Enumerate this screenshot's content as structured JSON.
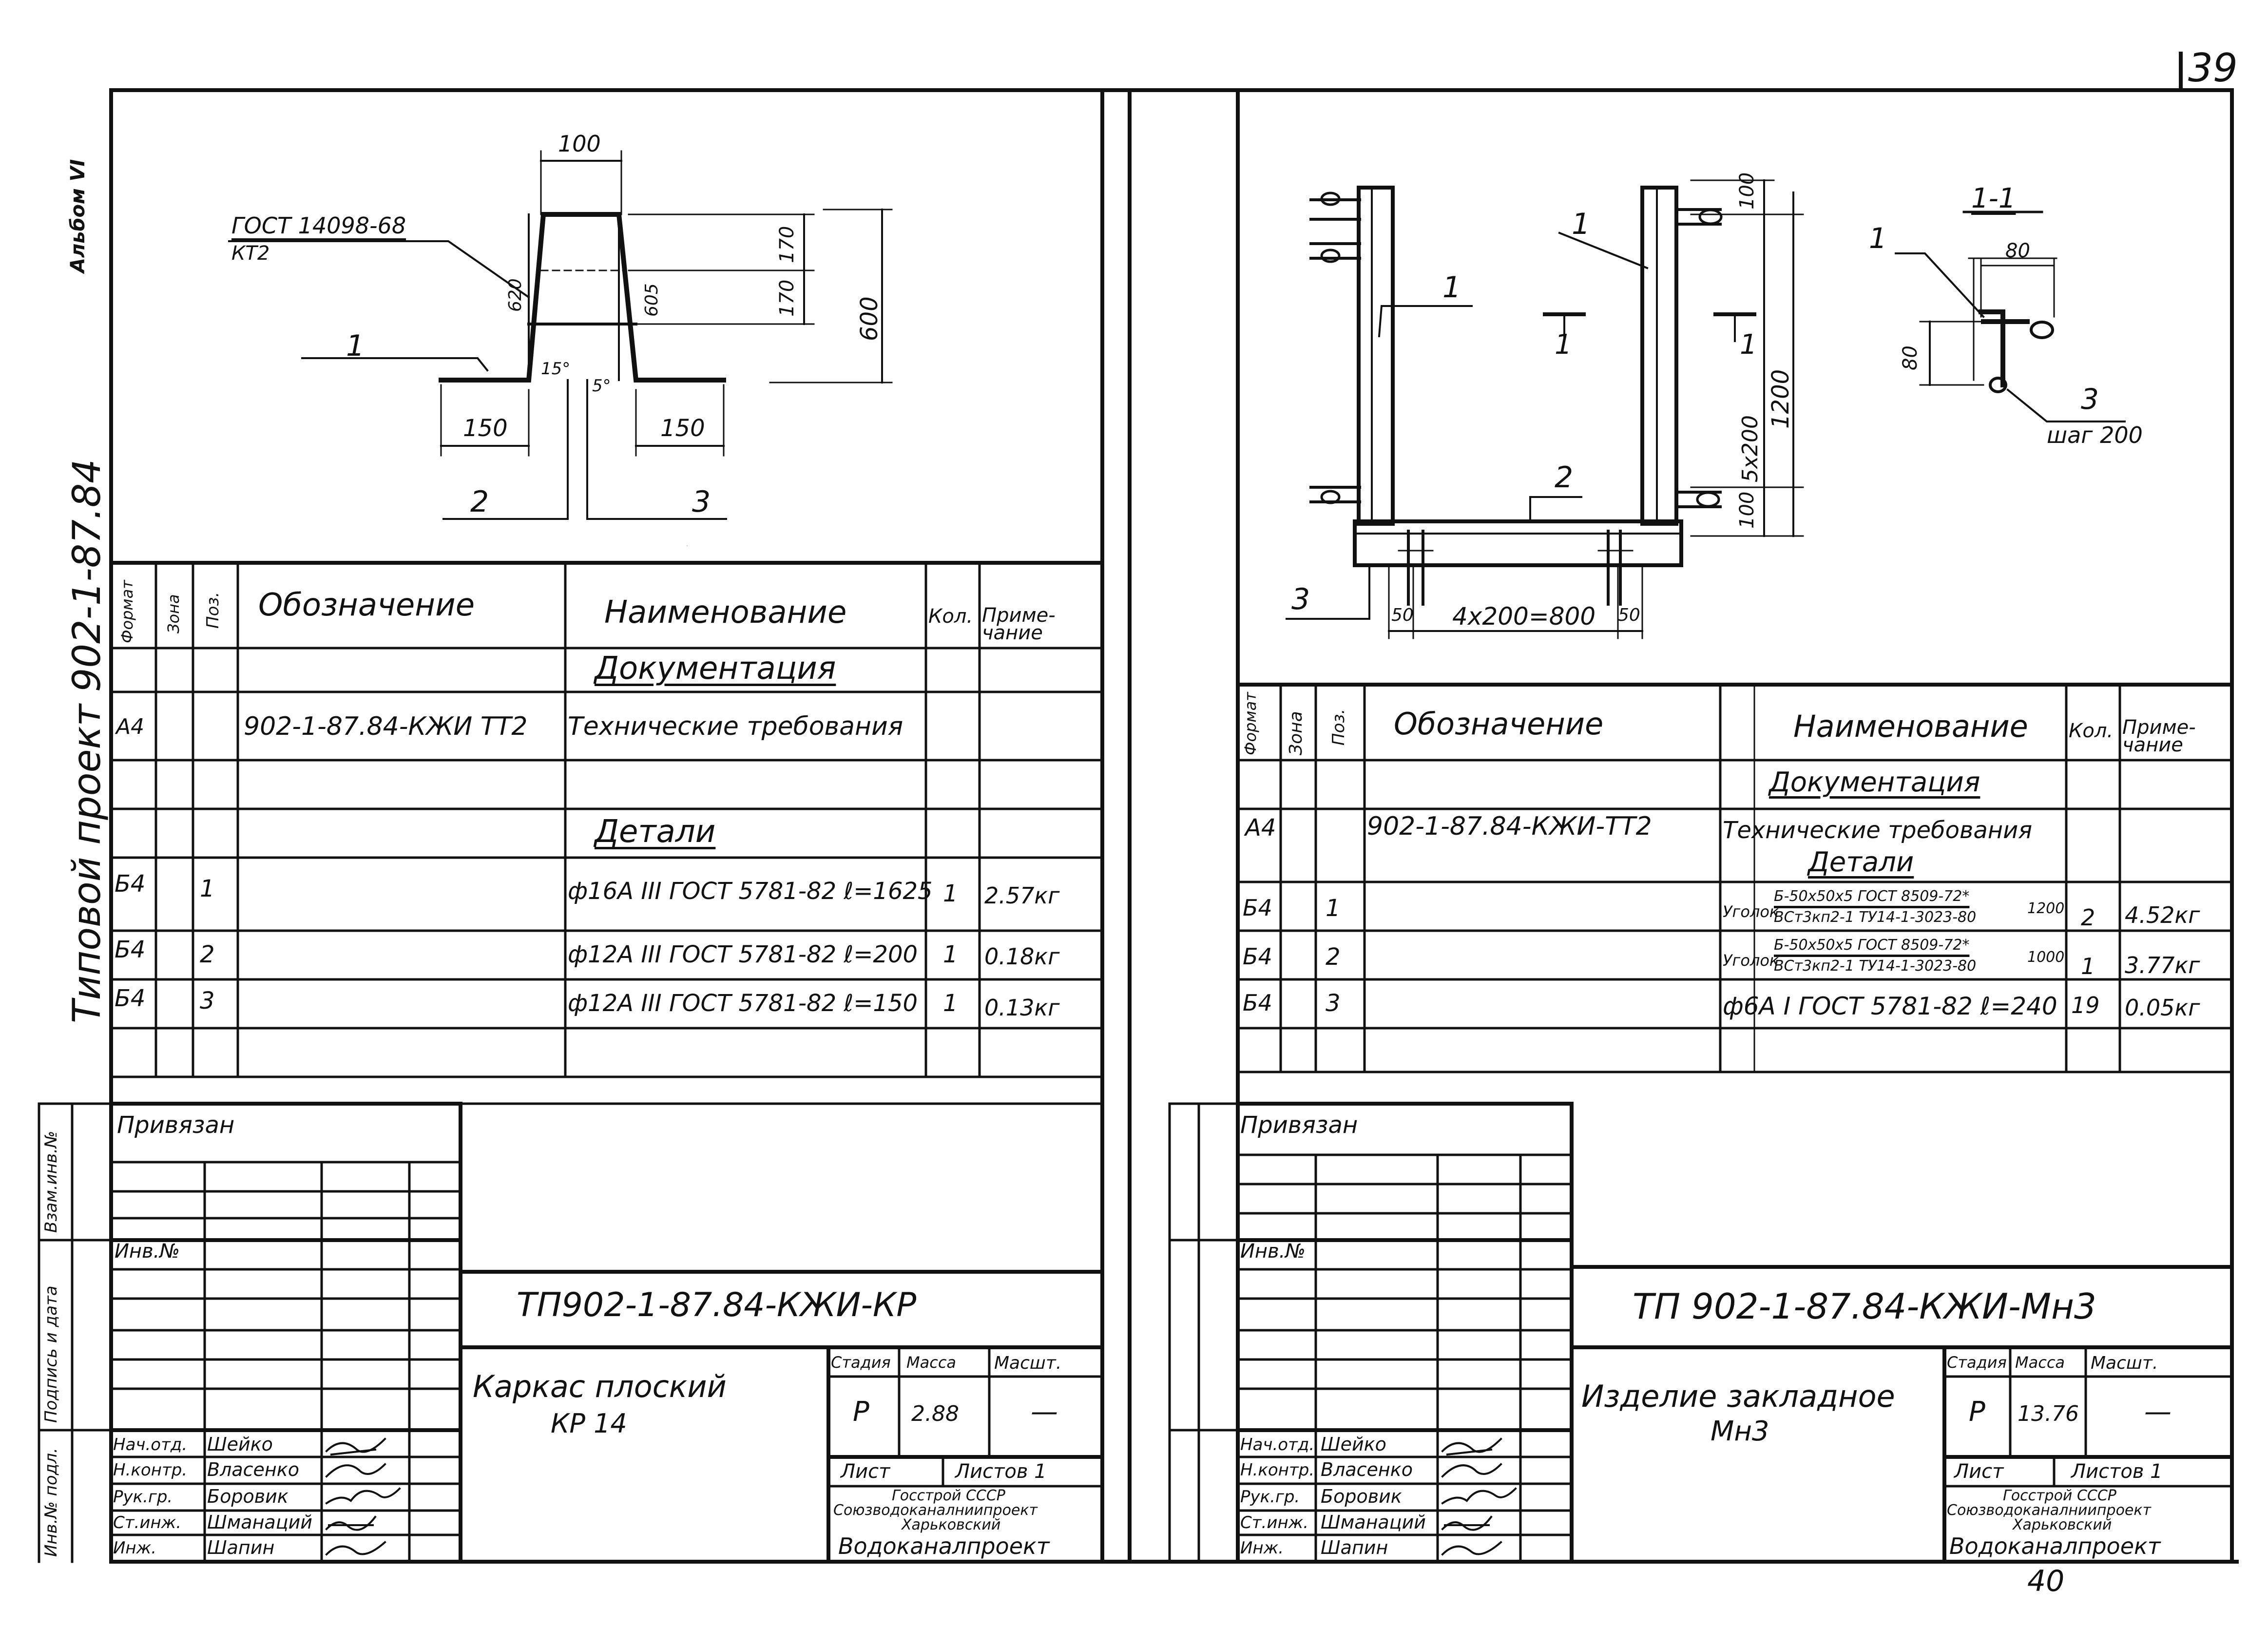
{
  "page": {
    "number": "39",
    "bottom_number": "40",
    "margin_album": "Альбом VI",
    "margin_project": "Типовой проект 902-1-87.84",
    "margin_stamp_labels": [
      "Взам.инв.№",
      "Подпись и дата",
      "Инв.№ подл."
    ]
  },
  "left": {
    "drawing": {
      "gost_callout": "ГОСТ 14098-68",
      "gost_sub": "КТ2",
      "dim_top": "100",
      "dim_170a": "170",
      "dim_170b": "170",
      "dim_600": "600",
      "dim_620": "620",
      "dim_605": "605",
      "angle_a": "15°",
      "angle_b": "5°",
      "dim_150_left": "150",
      "dim_150_right": "150",
      "pos_1": "1",
      "pos_2": "2",
      "pos_3": "3"
    },
    "spec": {
      "headers": {
        "format": "Формат",
        "zone": "Зона",
        "pos": "Поз.",
        "designation": "Обозначение",
        "name": "Наименование",
        "qty": "Кол.",
        "note": "Приме-чание"
      },
      "section_docs": "Документация",
      "doc_row": {
        "format": "А4",
        "designation": "902-1-87.84-КЖИ ТТ2",
        "name": "Технические требования"
      },
      "section_details": "Детали",
      "rows": [
        {
          "format": "Б4",
          "pos": "1",
          "name": "ф16А III ГОСТ 5781-82 ℓ=1625",
          "qty": "1",
          "note": "2.57кг"
        },
        {
          "format": "Б4",
          "pos": "2",
          "name": "ф12А III ГОСТ 5781-82 ℓ=200",
          "qty": "1",
          "note": "0.18кг"
        },
        {
          "format": "Б4",
          "pos": "3",
          "name": "ф12А III ГОСТ 5781-82 ℓ=150",
          "qty": "1",
          "note": "0.13кг"
        }
      ]
    },
    "title_block": {
      "privyazan": "Привязан",
      "inv_no": "Инв.№",
      "code": "ТП902-1-87.84-КЖИ-КР",
      "title_line1": "Каркас плоский",
      "title_line2": "КР 14",
      "stage_h": "Стадия",
      "mass_h": "Масса",
      "scale_h": "Масшт.",
      "stage": "Р",
      "mass": "2.88",
      "scale": "—",
      "sheet_h": "Лист",
      "sheets_h": "Листов 1",
      "org1": "Госстрой СССР",
      "org2": "Союзводоканалниипроект",
      "org3": "Харьковский",
      "org4": "Водоканалпроект",
      "staff": [
        {
          "role": "Нач.отд.",
          "name": "Шейко"
        },
        {
          "role": "Н.контр.",
          "name": "Власенко"
        },
        {
          "role": "Рук.гр.",
          "name": "Боровик"
        },
        {
          "role": "Ст.инж.",
          "name": "Шманаций"
        },
        {
          "role": "Инж.",
          "name": "Шапин"
        }
      ]
    }
  },
  "right": {
    "drawing": {
      "dim_100_top": "100",
      "dim_5x200": "5x200",
      "dim_1200": "1200",
      "dim_100_bot": "100",
      "dim_50_left": "50",
      "dim_4x200": "4x200=800",
      "dim_50_right": "50",
      "pos_1a": "1",
      "pos_1b": "1",
      "pos_2": "2",
      "pos_3": "3",
      "cut_mark_left": "1",
      "cut_mark_right": "1",
      "section_title": "1-1",
      "sec_pos_1": "1",
      "sec_dim_80_w": "80",
      "sec_dim_80_h": "80",
      "sec_pos_3": "3",
      "sec_step": "шаг 200"
    },
    "spec": {
      "headers": {
        "format": "Формат",
        "zone": "Зона",
        "pos": "Поз.",
        "designation": "Обозначение",
        "name": "Наименование",
        "qty": "Кол.",
        "note": "Приме-чание"
      },
      "section_docs": "Документация",
      "doc_row": {
        "format": "А4",
        "designation": "902-1-87.84-КЖИ-ТТ2",
        "name": "Технические требования"
      },
      "section_details": "Детали",
      "rows": [
        {
          "format": "Б4",
          "pos": "1",
          "prefix": "Уголок",
          "name_top": "Б-50x50x5 ГОСТ 8509-72*",
          "name_bot": "ВСт3кп2-1 ТУ14-1-3023-80",
          "len": "1200",
          "qty": "2",
          "note": "4.52кг"
        },
        {
          "format": "Б4",
          "pos": "2",
          "prefix": "Уголок",
          "name_top": "Б-50x50x5 ГОСТ 8509-72*",
          "name_bot": "ВСт3кп2-1 ТУ14-1-3023-80",
          "len": "1000",
          "qty": "1",
          "note": "3.77кг"
        },
        {
          "format": "Б4",
          "pos": "3",
          "name": "ф6А I ГОСТ 5781-82 ℓ=240",
          "qty": "19",
          "note": "0.05кг"
        }
      ]
    },
    "title_block": {
      "privyazan": "Привязан",
      "inv_no": "Инв.№",
      "code": "ТП 902-1-87.84-КЖИ-Мн3",
      "title_line1": "Изделие закладное",
      "title_line2": "Мн3",
      "stage_h": "Стадия",
      "mass_h": "Масса",
      "scale_h": "Масшт.",
      "stage": "Р",
      "mass": "13.76",
      "scale": "—",
      "sheet_h": "Лист",
      "sheets_h": "Листов 1",
      "org1": "Госстрой СССР",
      "org2": "Союзводоканалниипроект",
      "org3": "Харьковский",
      "org4": "Водоканалпроект",
      "staff": [
        {
          "role": "Нач.отд.",
          "name": "Шейко"
        },
        {
          "role": "Н.контр.",
          "name": "Власенко"
        },
        {
          "role": "Рук.гр.",
          "name": "Боровик"
        },
        {
          "role": "Ст.инж.",
          "name": "Шманаций"
        },
        {
          "role": "Инж.",
          "name": "Шапин"
        }
      ]
    }
  }
}
